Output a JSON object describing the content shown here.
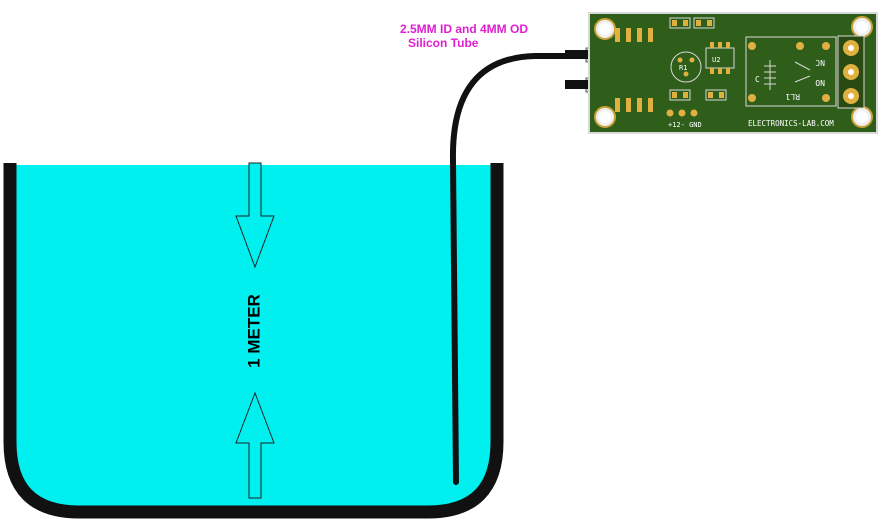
{
  "tube_label": {
    "line1": "2.5MM ID and 4MM OD",
    "line2": "Silicon Tube"
  },
  "measure_label": "1 METER",
  "pcb": {
    "brand": "ELECTRONICS-LAB.COM",
    "power": "+12- GND",
    "relay": "RL1",
    "ic": "U2",
    "resistor": "R1",
    "cap": "C",
    "relay_pins": [
      "NC",
      "NO"
    ]
  },
  "colors": {
    "water": "#00f0f0",
    "container": "#111111",
    "pcb": "#2e5e1a",
    "label": "#e020d0",
    "pad": "#e0b040"
  }
}
